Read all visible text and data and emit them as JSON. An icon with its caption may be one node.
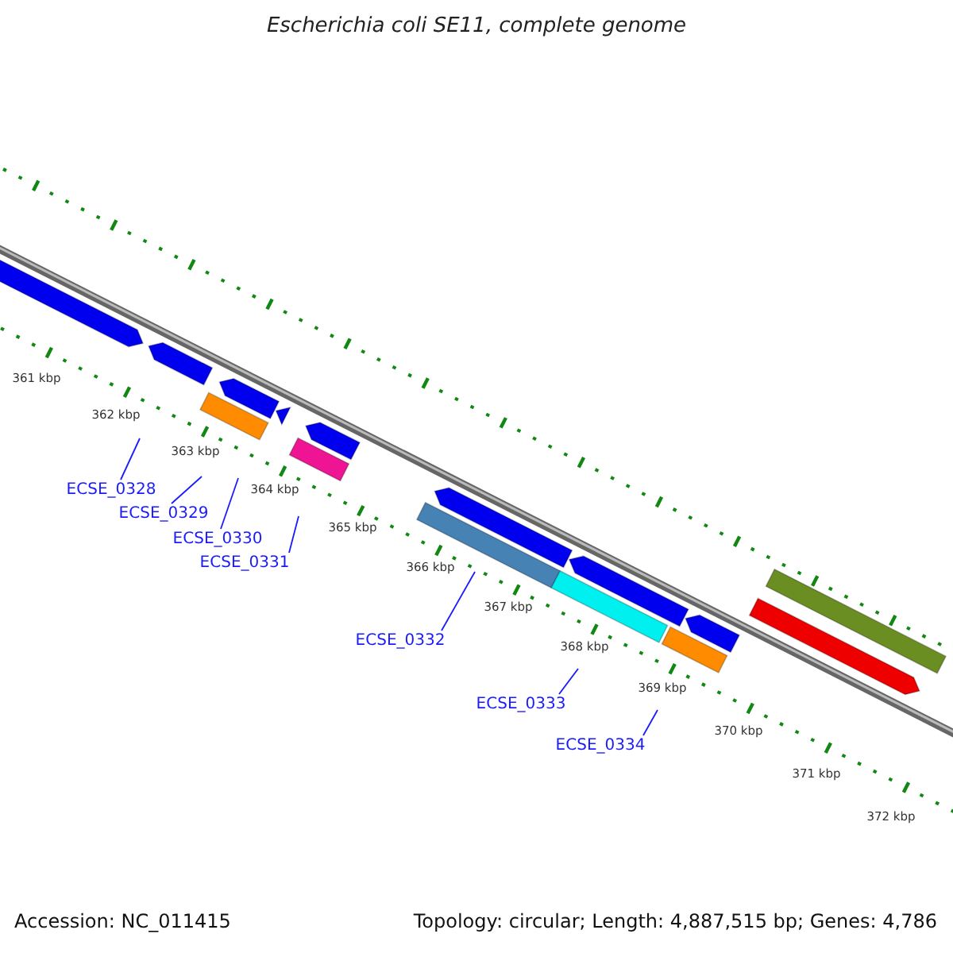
{
  "diagram": {
    "title": "Escherichia coli SE11, complete genome",
    "nodes": [
      {
        "text": [
          "ECSE_0328"
        ]
      },
      {
        "text": [
          "ECSE_0329"
        ]
      },
      {
        "text": [
          "ECSE_0330"
        ]
      },
      {
        "text": [
          "ECSE_0331"
        ]
      },
      {
        "text": [
          "ECSE_0332"
        ]
      },
      {
        "text": [
          "ECSE_0333"
        ]
      },
      {
        "text": [
          "ECSE_0334"
        ]
      }
    ],
    "edges": [
      {
        "from": 0,
        "to": null,
        "arrow": "none"
      },
      {
        "from": 1,
        "to": null,
        "arrow": "none"
      },
      {
        "from": 2,
        "to": null,
        "arrow": "none"
      },
      {
        "from": 3,
        "to": null,
        "arrow": "none"
      },
      {
        "from": 4,
        "to": null,
        "arrow": "none"
      },
      {
        "from": 5,
        "to": null,
        "arrow": "none"
      },
      {
        "from": 6,
        "to": null,
        "arrow": "none"
      }
    ],
    "labels": [
      "361 kbp",
      "362 kbp",
      "363 kbp",
      "364 kbp",
      "365 kbp",
      "366 kbp",
      "367 kbp",
      "368 kbp",
      "369 kbp",
      "370 kbp",
      "371 kbp",
      "372 kbp",
      "Accession: NC_011415",
      "Topology: circular; Length: 4,887,515 bp; Genes: 4,786"
    ]
  }
}
